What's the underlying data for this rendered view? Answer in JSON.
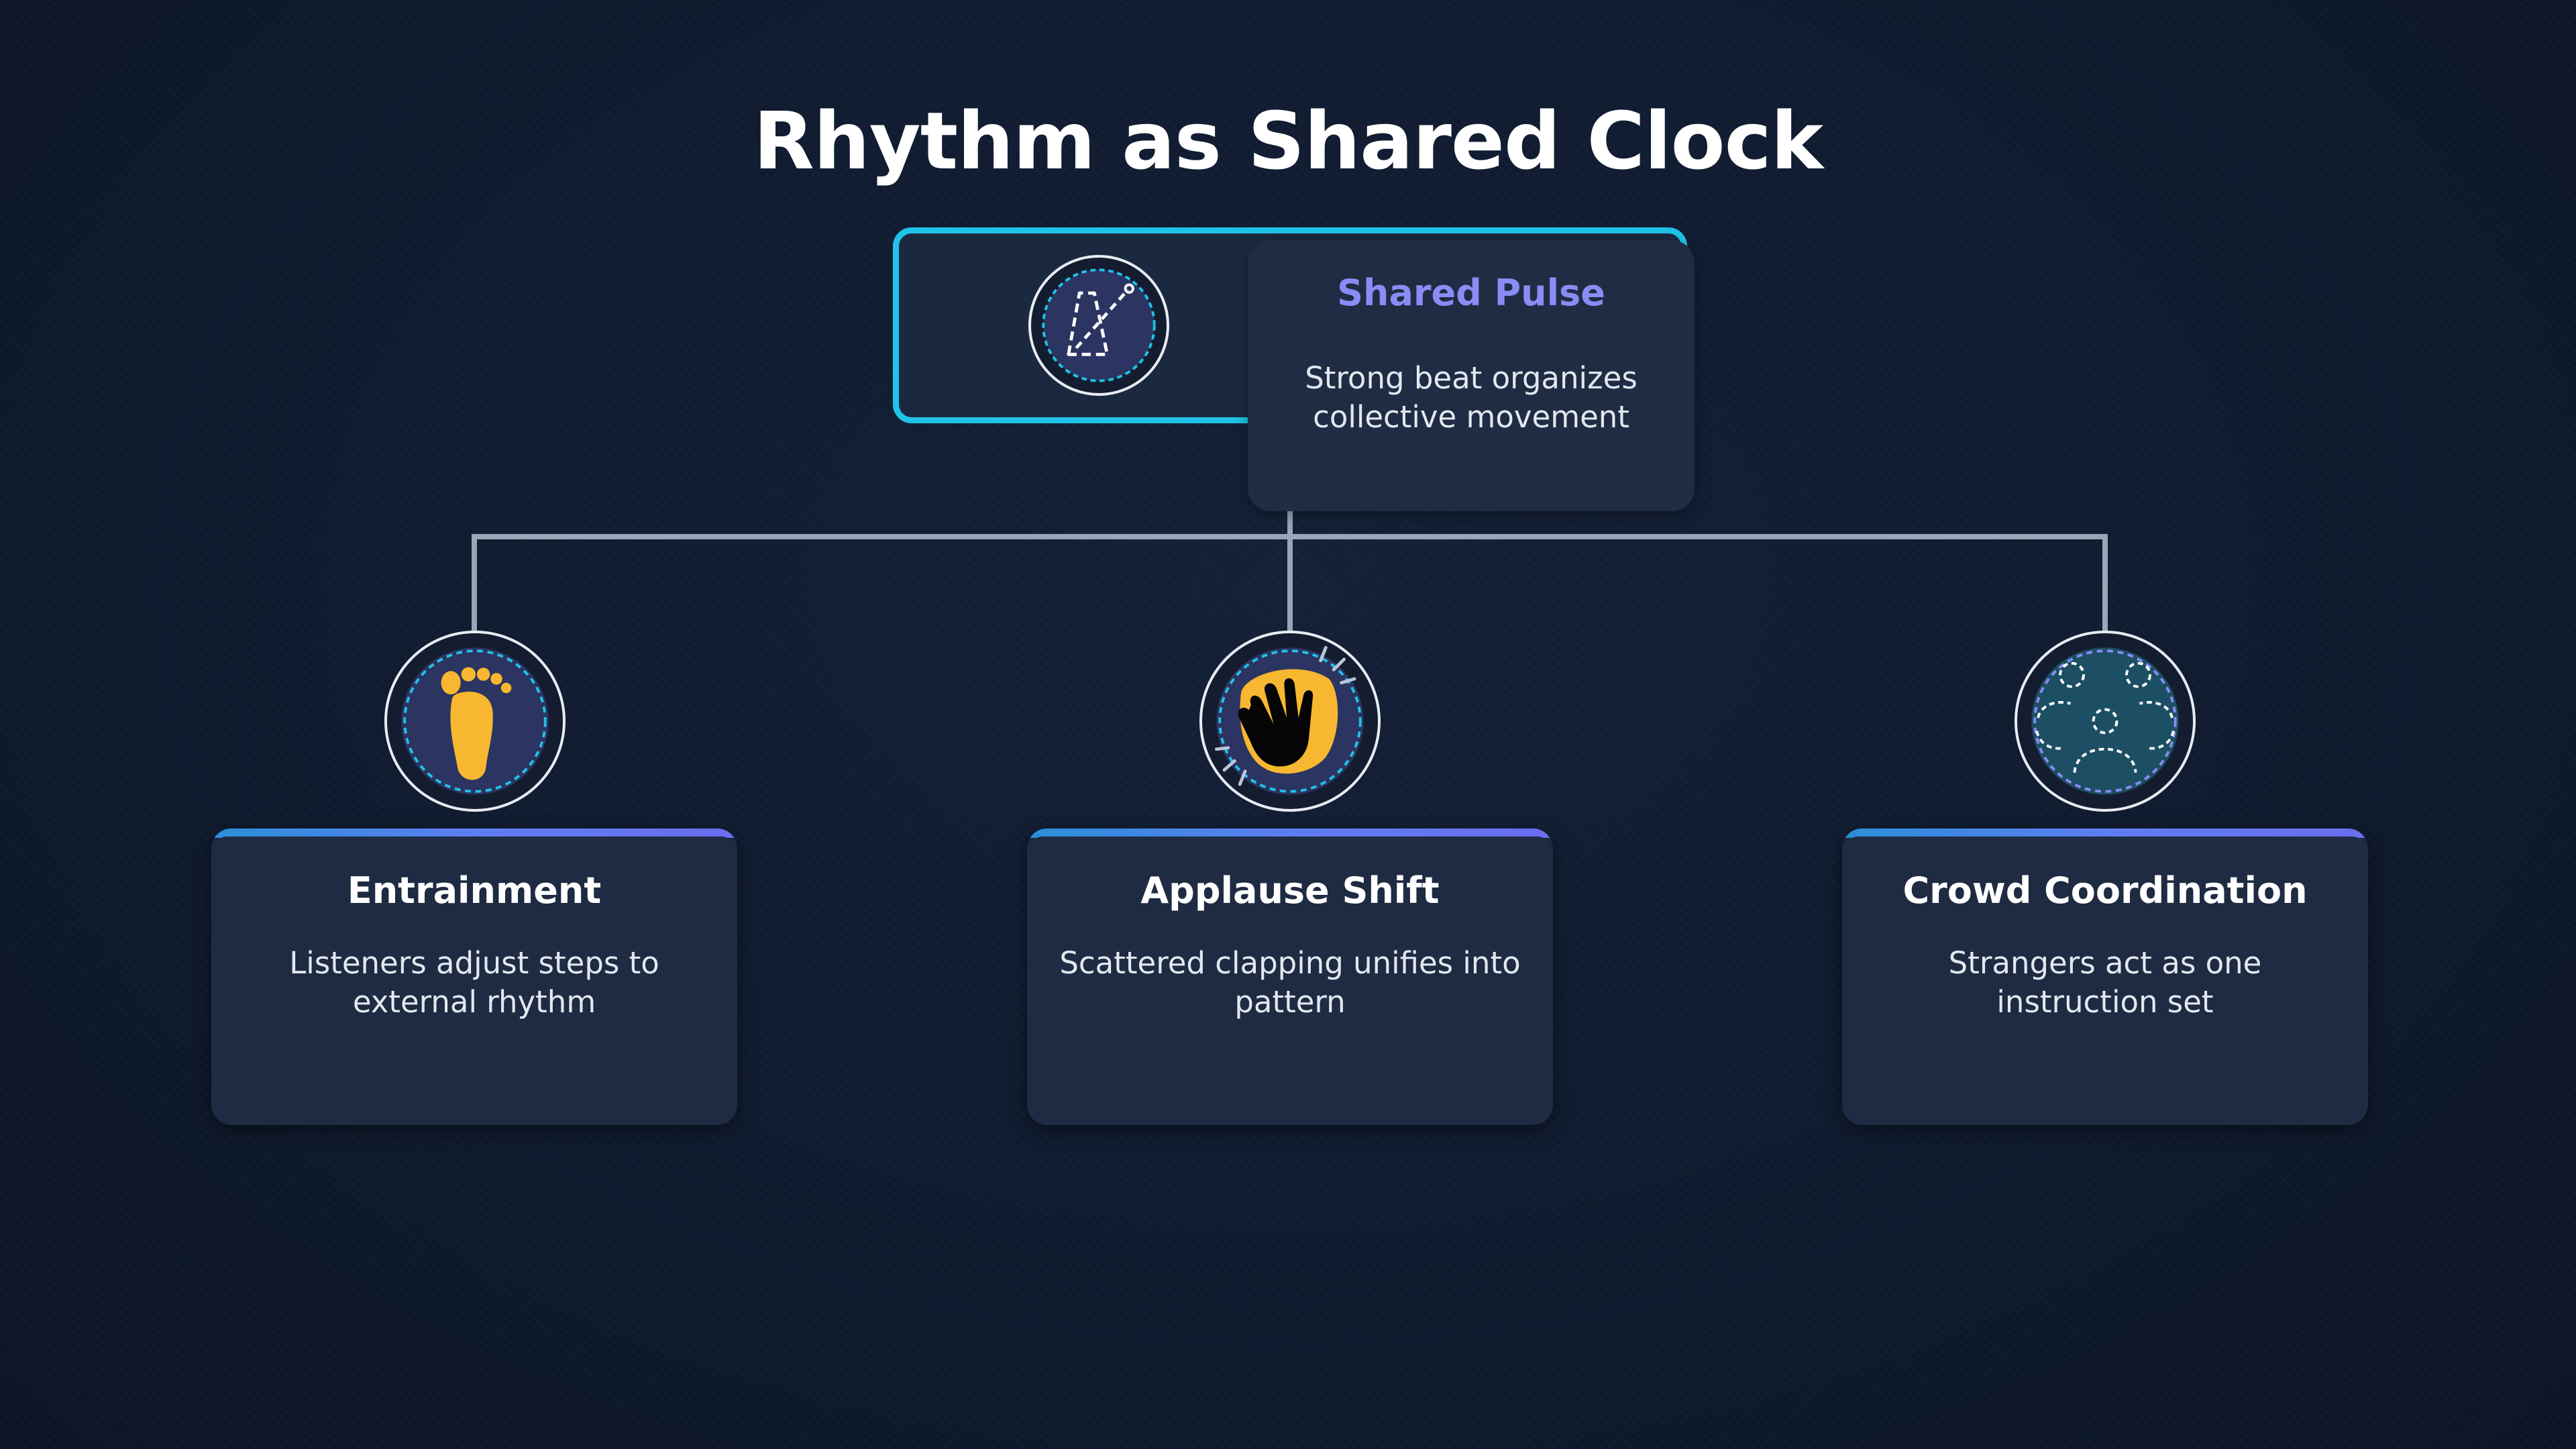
{
  "diagram": {
    "title": "Rhythm as Shared Clock",
    "root": {
      "title": "Shared Pulse",
      "description": "Strong beat organizes collective movement",
      "icon": "metronome-icon"
    },
    "children": [
      {
        "title": "Entrainment",
        "description": "Listeners adjust steps to external rhythm",
        "icon": "footprint-icon"
      },
      {
        "title": "Applause Shift",
        "description": "Scattered clapping unifies into pattern",
        "icon": "clapping-hands-icon"
      },
      {
        "title": "Crowd Coordination",
        "description": "Strangers act as one instruction set",
        "icon": "crowd-icon"
      }
    ]
  },
  "colors": {
    "background": "#0f1a2e",
    "accent_cyan": "#1fc4e8",
    "accent_purple": "#8a8cf5",
    "icon_gold": "#f7b731",
    "connector": "#9aa6b8"
  }
}
